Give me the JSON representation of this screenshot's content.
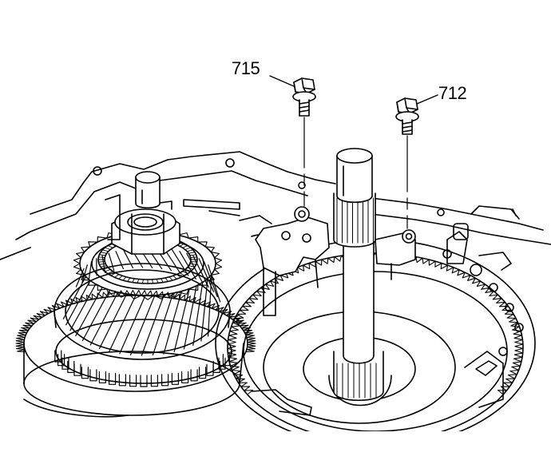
{
  "callouts": [
    {
      "id": "715",
      "label": "715",
      "part": "bolt"
    },
    {
      "id": "712",
      "label": "712",
      "part": "bolt"
    }
  ],
  "colors": {
    "ink": "#000000",
    "paper": "#ffffff"
  }
}
